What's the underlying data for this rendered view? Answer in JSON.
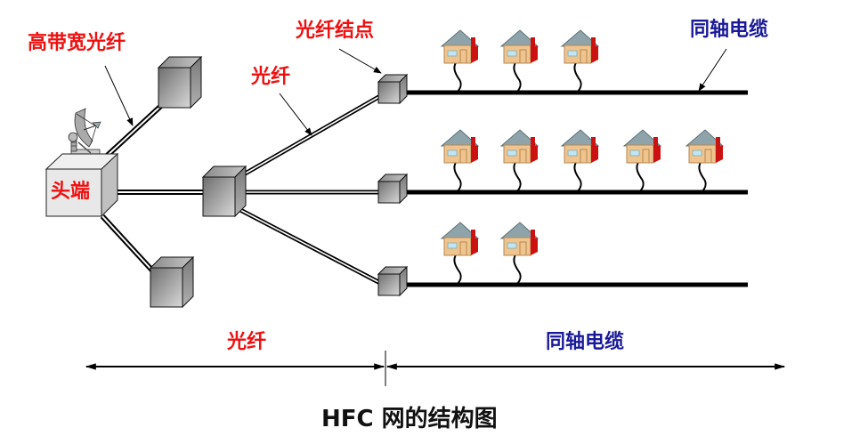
{
  "colors": {
    "red_label": "#ee1111",
    "blue_label": "#1a1a99",
    "title": "#111111",
    "house_wall": "#efc48e",
    "house_roof": "#8ea4aa",
    "house_chimney": "#cc1111",
    "house_window": "#bfe6f7"
  },
  "labels": {
    "broadband_fiber": "高带宽光纤",
    "headend": "头端",
    "fiber_mid": "光纤",
    "fiber_node": "光纤结点",
    "coax_top": "同轴电缆",
    "fiber_span": "光纤",
    "coax_span": "同轴电缆"
  },
  "caption": "HFC 网的结构图",
  "icons": {
    "headend": "satellite-dish-icon",
    "hub": "cube-icon",
    "fiber_node": "cube-icon",
    "home": "house-icon"
  },
  "network": {
    "coax_lines": [
      {
        "name": "coax-line-1",
        "homes": 3
      },
      {
        "name": "coax-line-2",
        "homes": 5
      },
      {
        "name": "coax-line-3",
        "homes": 2
      }
    ]
  }
}
